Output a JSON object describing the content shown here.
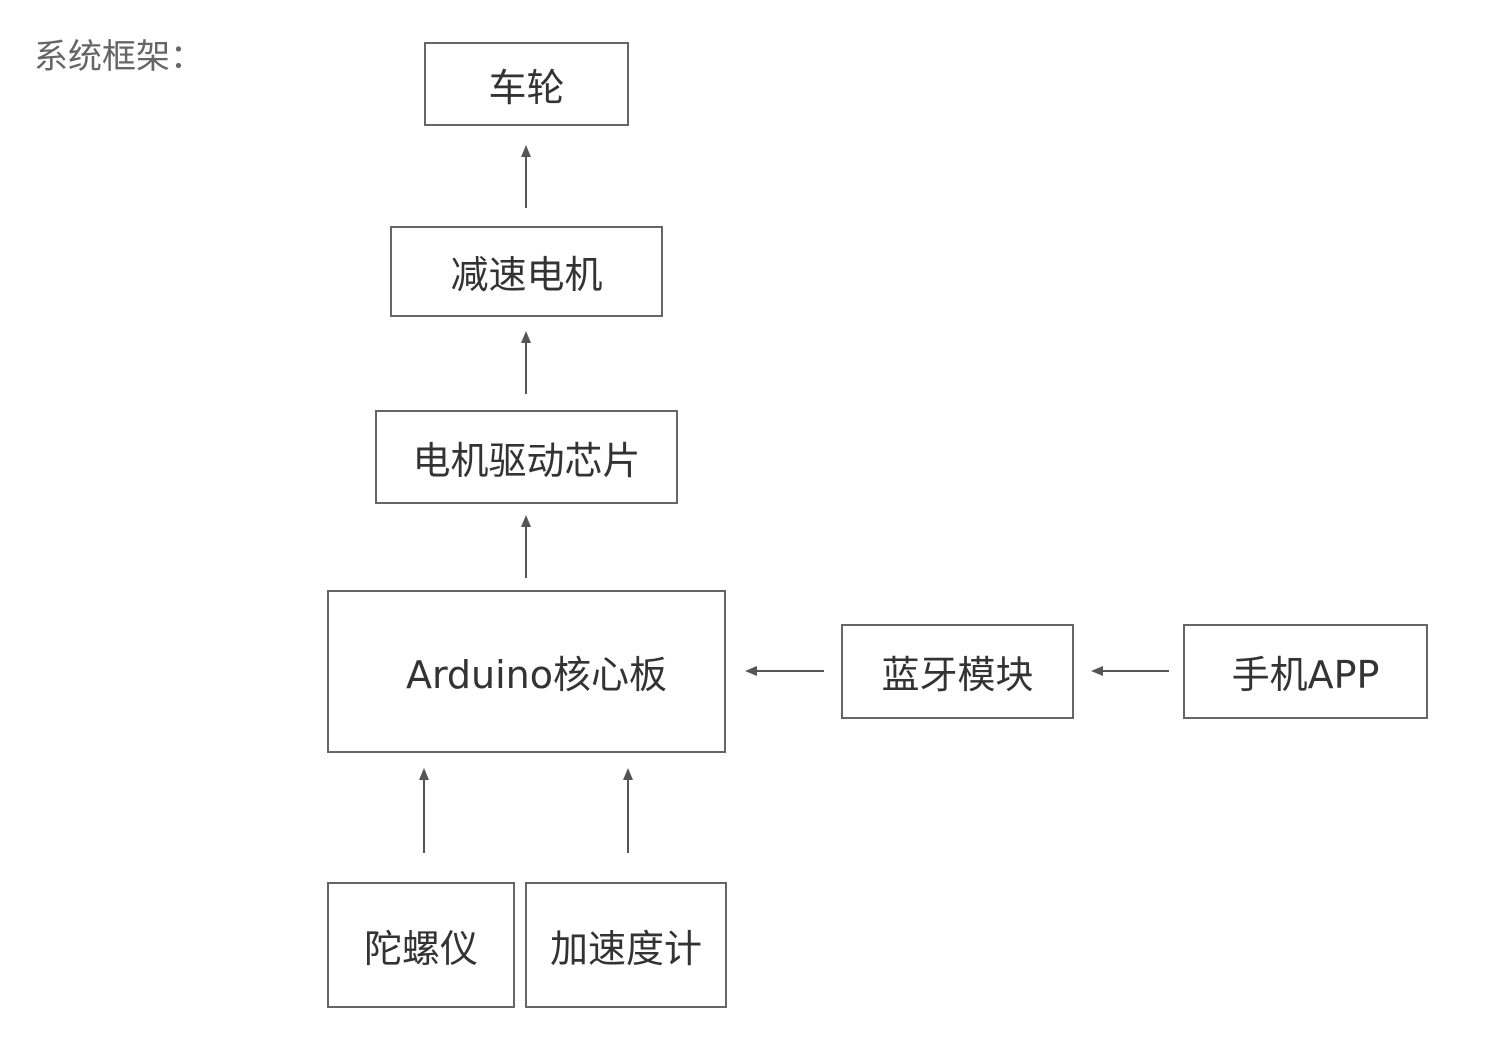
{
  "title": "系统框架：",
  "nodes": {
    "wheel": "车轮",
    "gear_motor": "减速电机",
    "motor_driver": "电机驱动芯片",
    "arduino": "Arduino核心板",
    "bluetooth": "蓝牙模块",
    "phone_app": "手机APP",
    "gyroscope": "陀螺仪",
    "accelerometer": "加速度计"
  },
  "edges": [
    {
      "from": "gear_motor",
      "to": "wheel"
    },
    {
      "from": "motor_driver",
      "to": "gear_motor"
    },
    {
      "from": "arduino",
      "to": "motor_driver"
    },
    {
      "from": "bluetooth",
      "to": "arduino"
    },
    {
      "from": "phone_app",
      "to": "bluetooth"
    },
    {
      "from": "gyroscope",
      "to": "arduino"
    },
    {
      "from": "accelerometer",
      "to": "arduino"
    }
  ]
}
